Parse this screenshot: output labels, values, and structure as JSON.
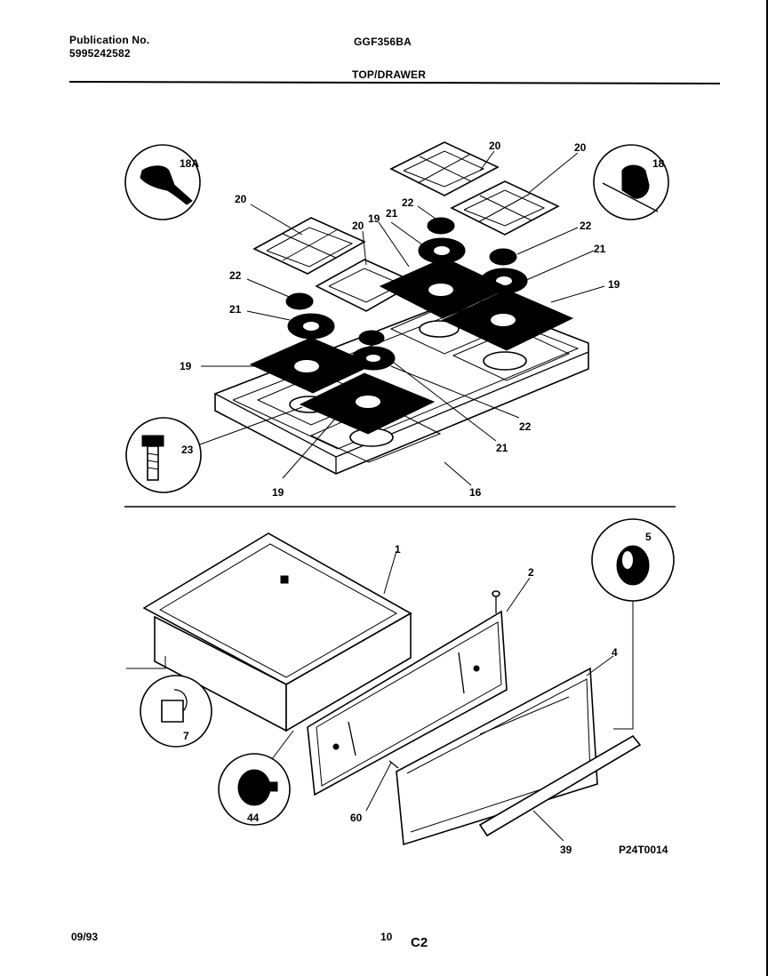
{
  "header": {
    "publication_label": "Publication No.",
    "publication_number": "5995242582",
    "model": "GGF356BA",
    "section": "TOP/DRAWER"
  },
  "callouts": {
    "c1": "1",
    "c2": "2",
    "c4": "4",
    "c5": "5",
    "c7": "7",
    "c16": "16",
    "c18": "18",
    "c18a": "18A",
    "c19a": "19",
    "c19b": "19",
    "c19c": "19",
    "c19d": "19",
    "c20a": "20",
    "c20b": "20",
    "c20c": "20",
    "c20d": "20",
    "c21a": "21",
    "c21b": "21",
    "c21c": "21",
    "c21d": "21",
    "c22a": "22",
    "c22b": "22",
    "c22c": "22",
    "c22d": "22",
    "c23": "23",
    "c39": "39",
    "c44": "44",
    "c60": "60"
  },
  "figure_id": "P24T0014",
  "footer": {
    "date": "09/93",
    "page": "10",
    "code": "C2"
  }
}
